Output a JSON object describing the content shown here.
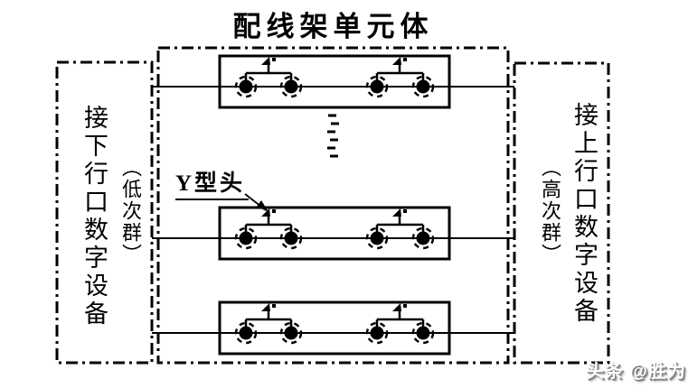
{
  "title": "配线架单元体",
  "labels": {
    "y_head": "Y型头"
  },
  "left_panel": {
    "main": "接下行口数字设备",
    "sub": "（低次群）"
  },
  "right_panel": {
    "main": "接上行口数字设备",
    "sub": "（高次群）"
  },
  "watermark": "头条 @胜为",
  "figure": {
    "unit_count": 3,
    "connectors_per_unit": 4,
    "colors": {
      "line": "#000000",
      "background": "#ffffff"
    }
  }
}
